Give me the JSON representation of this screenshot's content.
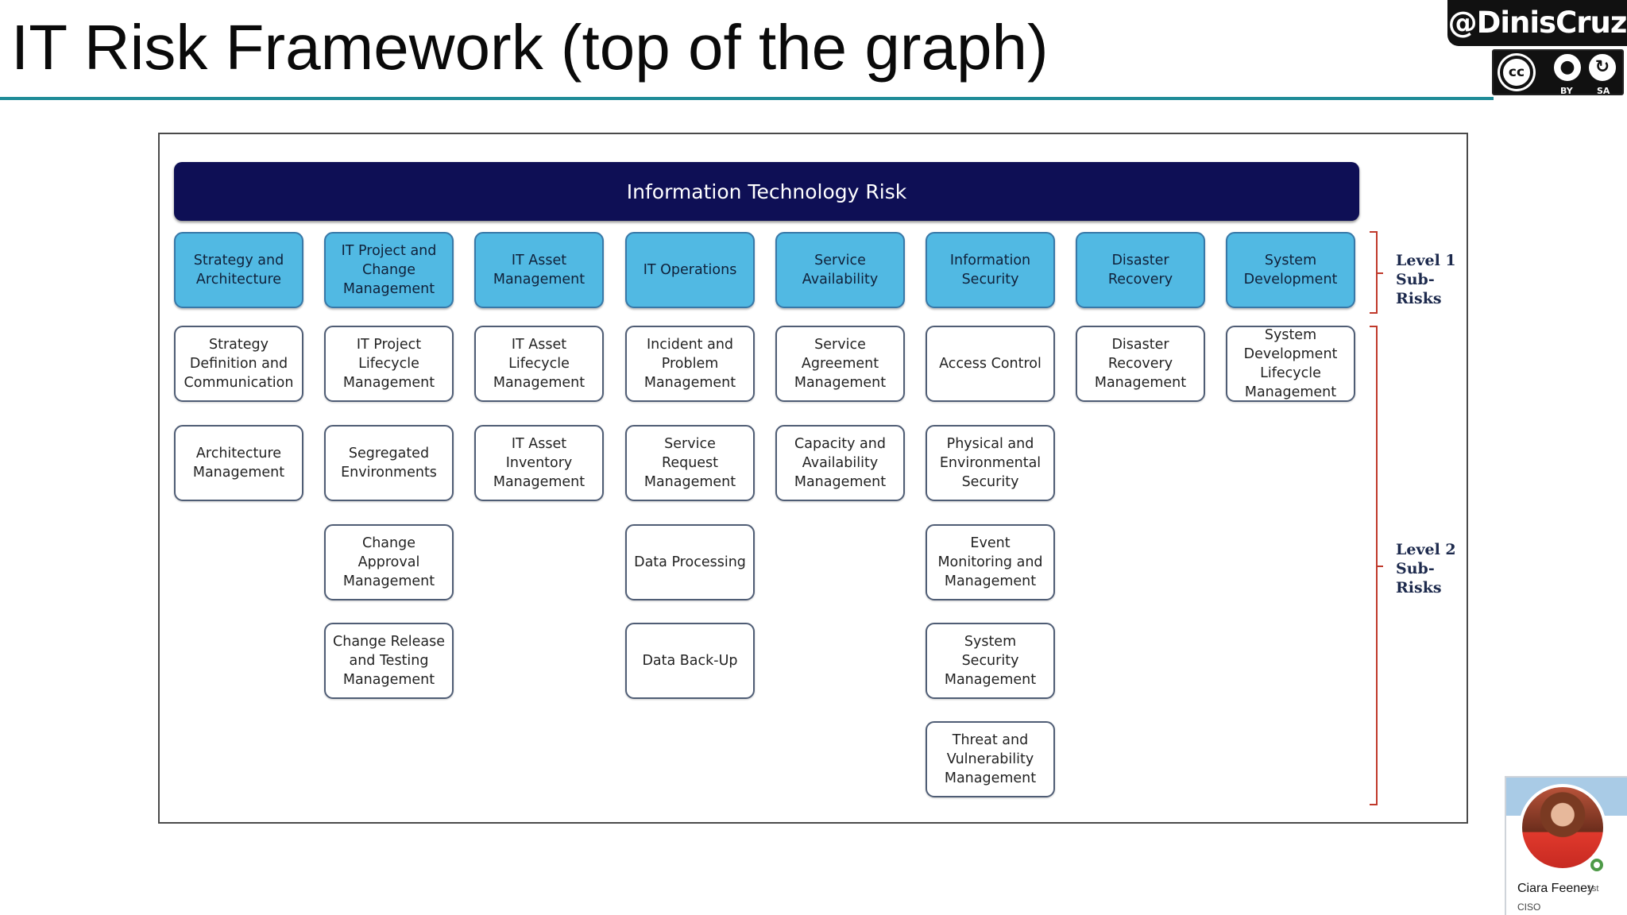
{
  "slide": {
    "title": "IT Risk Framework (top of the graph)",
    "author_handle": "@DinisCruz",
    "license": {
      "cc": "cc",
      "by": "BY",
      "sa": "SA"
    }
  },
  "diagram": {
    "root": "Information Technology Risk",
    "level_labels": [
      "Level 1 Sub-Risks",
      "Level 2 Sub-Risks"
    ],
    "columns": [
      {
        "title": "Strategy and Architecture",
        "children": [
          "Strategy Definition and Communication",
          "Architecture Management"
        ]
      },
      {
        "title": "IT Project and Change Management",
        "children": [
          "IT Project Lifecycle Management",
          "Segregated Environments",
          "Change Approval Management",
          "Change Release and Testing Management"
        ]
      },
      {
        "title": "IT Asset Management",
        "children": [
          "IT Asset Lifecycle Management",
          "IT Asset Inventory Management"
        ]
      },
      {
        "title": "IT Operations",
        "children": [
          "Incident and Problem Management",
          "Service Request Management",
          "Data Processing",
          "Data Back-Up"
        ]
      },
      {
        "title": "Service Availability",
        "children": [
          "Service Agreement Management",
          "Capacity and Availability Management"
        ]
      },
      {
        "title": "Information Security",
        "children": [
          "Access Control",
          "Physical and Environmental Security",
          "Event Monitoring and Management",
          "System Security Management",
          "Threat and Vulnerability Management"
        ]
      },
      {
        "title": "Disaster Recovery",
        "children": [
          "Disaster Recovery Management"
        ]
      },
      {
        "title": "System Development",
        "children": [
          "System Development Lifecycle Management"
        ]
      }
    ]
  },
  "viewer": {
    "name": "Ciara Feeney",
    "degree": "· 1st",
    "role": "CISO"
  }
}
